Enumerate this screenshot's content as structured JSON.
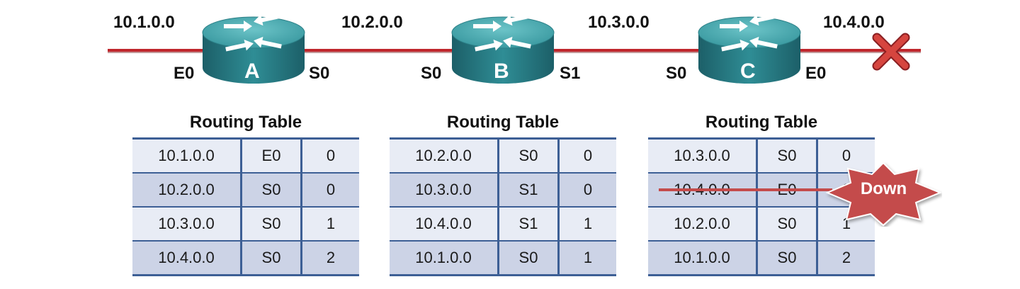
{
  "networks": [
    "10.1.0.0",
    "10.2.0.0",
    "10.3.0.0",
    "10.4.0.0"
  ],
  "routers": [
    {
      "name": "A",
      "left_interface": "E0",
      "right_interface": "S0"
    },
    {
      "name": "B",
      "left_interface": "S0",
      "right_interface": "S1"
    },
    {
      "name": "C",
      "left_interface": "S0",
      "right_interface": "E0"
    }
  ],
  "routing_tables": [
    {
      "title": "Routing Table",
      "rows": [
        {
          "network": "10.1.0.0",
          "interface": "E0",
          "hops": "0"
        },
        {
          "network": "10.2.0.0",
          "interface": "S0",
          "hops": "0"
        },
        {
          "network": "10.3.0.0",
          "interface": "S0",
          "hops": "1"
        },
        {
          "network": "10.4.0.0",
          "interface": "S0",
          "hops": "2"
        }
      ]
    },
    {
      "title": "Routing Table",
      "rows": [
        {
          "network": "10.2.0.0",
          "interface": "S0",
          "hops": "0"
        },
        {
          "network": "10.3.0.0",
          "interface": "S1",
          "hops": "0"
        },
        {
          "network": "10.4.0.0",
          "interface": "S1",
          "hops": "1"
        },
        {
          "network": "10.1.0.0",
          "interface": "S0",
          "hops": "1"
        }
      ]
    },
    {
      "title": "Routing Table",
      "rows": [
        {
          "network": "10.3.0.0",
          "interface": "S0",
          "hops": "0"
        },
        {
          "network": "10.4.0.0",
          "interface": "E0",
          "hops": "0"
        },
        {
          "network": "10.2.0.0",
          "interface": "S0",
          "hops": "1"
        },
        {
          "network": "10.1.0.0",
          "interface": "S0",
          "hops": "2"
        }
      ]
    }
  ],
  "failure": {
    "label": "Down",
    "icon": "x-mark-icon"
  },
  "colors": {
    "link": "#c0262c",
    "router_top": "#4aaab0",
    "router_side": "#1f6f78",
    "table_border": "#3d5f95",
    "badge": "#c44b4b"
  }
}
